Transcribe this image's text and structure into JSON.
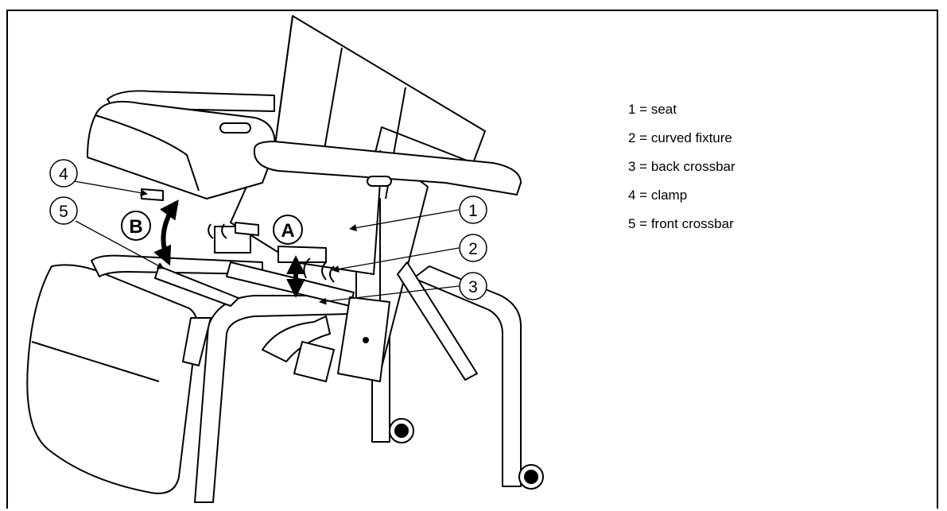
{
  "callouts": [
    "1",
    "2",
    "3",
    "4",
    "5"
  ],
  "motions": [
    "A",
    "B"
  ],
  "legend": [
    "1 = seat",
    "2 = curved fixture",
    "3 = back crossbar",
    "4 = clamp",
    "5 = front crossbar"
  ]
}
